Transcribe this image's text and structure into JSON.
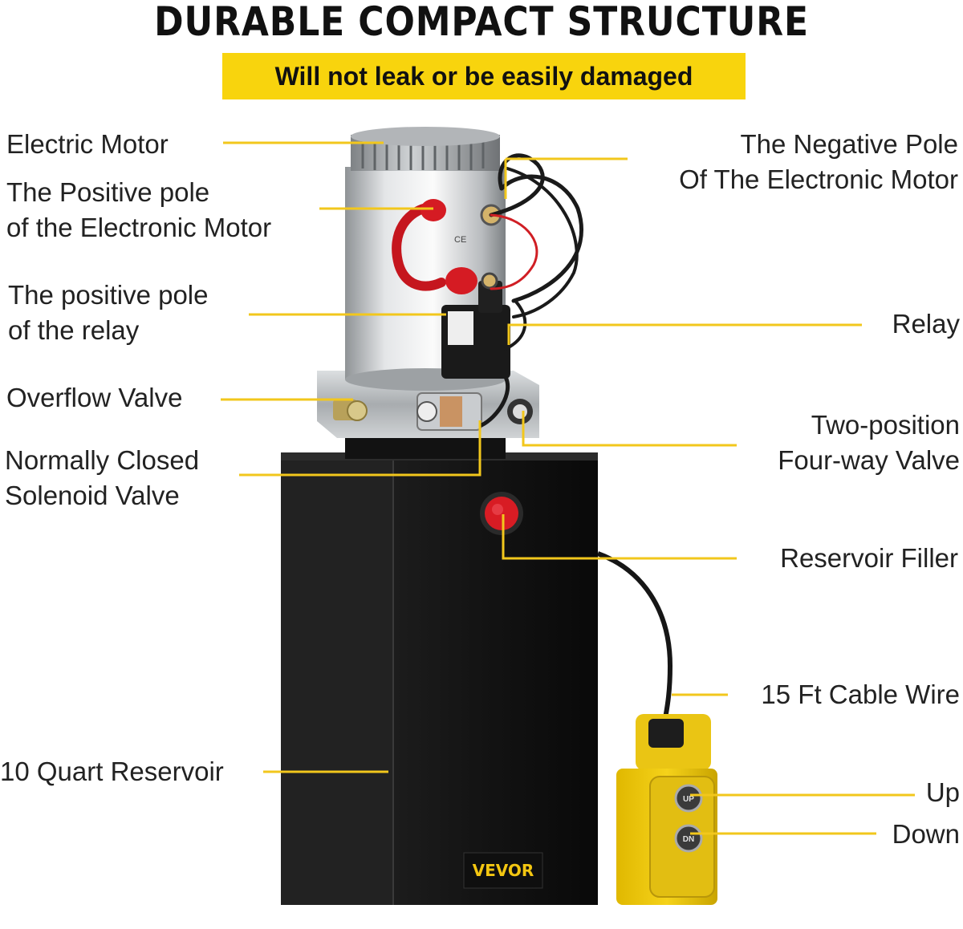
{
  "header": {
    "title": "DURABLE COMPACT STRUCTURE",
    "subtitle": "Will not leak or be easily damaged"
  },
  "labels": {
    "electric_motor": "Electric Motor",
    "positive_pole_motor_1": "The Positive pole",
    "positive_pole_motor_2": "of the Electronic Motor",
    "positive_pole_relay_1": "The positive pole",
    "positive_pole_relay_2": "of the relay",
    "overflow_valve": "Overflow Valve",
    "solenoid_valve_1": "Normally Closed",
    "solenoid_valve_2": "Solenoid Valve",
    "reservoir": "10 Quart Reservoir",
    "negative_pole_1": "The Negative Pole",
    "negative_pole_2": "Of The Electronic Motor",
    "relay": "Relay",
    "four_way_valve_1": "Two-position",
    "four_way_valve_2": "Four-way Valve",
    "reservoir_filler": "Reservoir Filler",
    "cable_wire": "15 Ft Cable Wire",
    "up": "Up",
    "down": "Down"
  },
  "product": {
    "brand": "VEVOR",
    "up_button": "UP",
    "down_button": "DN"
  },
  "colors": {
    "accent_yellow": "#f8d40d",
    "leader_line": "#f2c71c",
    "tank_black": "#141414",
    "wire_red": "#d91c24"
  }
}
